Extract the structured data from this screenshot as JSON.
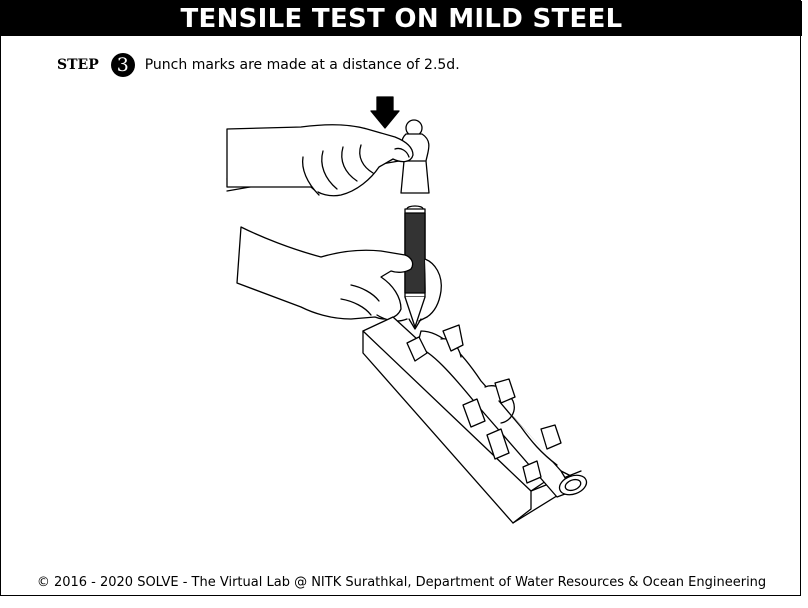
{
  "header": {
    "title": "TENSILE TEST ON MILD STEEL"
  },
  "step": {
    "label": "STEP",
    "number": "3",
    "instruction": "Punch marks are made at a distance of 2.5d."
  },
  "footer": {
    "copyright": "© 2016 - 2020 SOLVE - The Virtual Lab @ NITK Surathkal, Department of Water Resources & Ocean Engineering"
  }
}
